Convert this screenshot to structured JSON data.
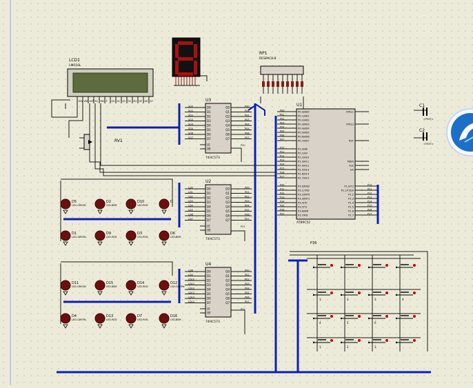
{
  "colors": {
    "sheet": "#ecebd9",
    "grid_dot": "#9a9a8a",
    "border": "#8fa0ff",
    "wire": "#1a1a1a",
    "bus": "#0a1fb5",
    "chip_body": "#d8d2c8",
    "chip_pin": "#8a1a1a",
    "led_body": "#6e0f0f",
    "led_edge": "#3a0000",
    "lcd_screen": "#5d6b3f",
    "seg_red": "#aa1010",
    "key_red": "#c00000",
    "badge_blue": "#1c6fc9"
  },
  "lcd": {
    "ref": "LCD1",
    "part": "LM016L",
    "pin_labels": [
      "VSS",
      "VDD",
      "VEE",
      "RS",
      "RW",
      "E",
      "D0",
      "D1",
      "D2",
      "D3",
      "D4",
      "D5",
      "D6",
      "D7"
    ]
  },
  "rv": {
    "ref": "RV1"
  },
  "rp": {
    "ref": "RP1",
    "part": "RESPACK-8"
  },
  "caps": [
    {
      "ref": "C1",
      "value": "<TEXT>"
    },
    {
      "ref": "C2",
      "value": "<TEXT>"
    }
  ],
  "latches": [
    {
      "ref": "U3",
      "part": "74HC573",
      "left_inputs": [
        "D0",
        "D1",
        "D2",
        "D3",
        "D4",
        "D5",
        "D6",
        "D7"
      ],
      "right_outputs": [
        "Q0",
        "Q1",
        "Q2",
        "Q3",
        "Q4",
        "Q5",
        "Q6",
        "Q7"
      ],
      "ctrl": [
        "LE",
        "OE"
      ],
      "left_nets": [
        "SQ0",
        "SQ1",
        "SQ2",
        "SQ3",
        "SQ4",
        "SQ5",
        "SQ6",
        "SQ7"
      ],
      "right_nets": [
        "P00",
        "P01",
        "P02",
        "P03",
        "P04",
        "P05",
        "P06",
        "P07"
      ],
      "ctrl_net": "P20"
    },
    {
      "ref": "U2",
      "part": "74HC573",
      "left_inputs": [
        "D0",
        "D1",
        "D2",
        "D3",
        "D4",
        "D5",
        "D6",
        "D7"
      ],
      "right_outputs": [
        "Q0",
        "Q1",
        "Q2",
        "Q3",
        "Q4",
        "Q5",
        "Q6",
        "Q7"
      ],
      "ctrl": [
        "LE",
        "OE"
      ],
      "left_nets": [
        "LD0",
        "LD1",
        "LD2",
        "LD3",
        "LD4",
        "LD5",
        "LD6",
        "LD7"
      ],
      "right_nets": [
        "P00",
        "P01",
        "P02",
        "P03",
        "P04",
        "P05",
        "P06",
        "P07"
      ],
      "ctrl_net": "P21"
    },
    {
      "ref": "U4",
      "part": "74HC573",
      "left_inputs": [
        "D0",
        "D1",
        "D2",
        "D3",
        "D4",
        "D5",
        "D6",
        "D7"
      ],
      "right_outputs": [
        "Q0",
        "Q1",
        "Q2",
        "Q3",
        "Q4",
        "Q5",
        "Q6",
        "Q7"
      ],
      "ctrl": [
        "LE",
        "OE"
      ],
      "left_nets": [
        "LD8",
        "LD9",
        "LD10",
        "LD11",
        "LD12",
        "LD13",
        "LD14",
        "LD15"
      ],
      "right_nets": [
        "P00",
        "P01",
        "P02",
        "P03",
        "P04",
        "P05",
        "P06",
        "P07"
      ],
      "ctrl_net": "P22"
    }
  ],
  "mcu": {
    "ref": "U1",
    "part": "AT89C52",
    "left_pins": [
      "P0.0/AD0",
      "P0.1/AD1",
      "P0.2/AD2",
      "P0.3/AD3",
      "P0.4/AD4",
      "P0.5/AD5",
      "P0.6/AD6",
      "P0.7/AD7",
      "",
      "P2.0/A8",
      "P2.1/A9",
      "P2.2/A10",
      "P2.3/A11",
      "P2.4/A12",
      "P2.5/A13",
      "P2.6/A14",
      "P2.7/A15",
      "",
      "P3.0/RXD",
      "P3.1/TXD",
      "P3.2/INT0",
      "P3.3/INT1",
      "P3.4/T0",
      "P3.5/T1",
      "P3.6/WR",
      "P3.7/RD"
    ],
    "right_pins": [
      "XTAL1",
      "",
      "",
      "XTAL2",
      "",
      "",
      "",
      "RST",
      "",
      "",
      "",
      "",
      "PSEN",
      "ALE",
      "EA",
      "",
      "",
      "",
      "P1.0/T2",
      "P1.1/T2EX",
      "P1.2",
      "P1.3",
      "P1.4",
      "P1.5",
      "P1.6",
      "P1.7"
    ],
    "left_nets": [
      "P00",
      "P01",
      "P02",
      "P03",
      "P04",
      "P05",
      "P06",
      "P07",
      "",
      "P20",
      "P21",
      "P22",
      "P23",
      "P24",
      "P25",
      "P26",
      "P27",
      "",
      "P30",
      "P31",
      "P32",
      "P33",
      "P34",
      "P35",
      "P36",
      "P37"
    ],
    "right_nets": [
      "P10",
      "P11",
      "P12",
      "P13",
      "P14",
      "P15",
      "P16",
      "P17"
    ]
  },
  "leds_top": [
    {
      "ref": "D5",
      "part": "LED-GREEN"
    },
    {
      "ref": "D2",
      "part": "LED-BIBY"
    },
    {
      "ref": "D10",
      "part": "LED-RED"
    },
    {
      "ref": "D",
      "part": ""
    },
    {
      "ref": "D1",
      "part": "LED-GREEN"
    },
    {
      "ref": "D9",
      "part": "LED-RED"
    },
    {
      "ref": "D3",
      "part": "LED-RED"
    },
    {
      "ref": "D6",
      "part": "LED-BIBY"
    }
  ],
  "leds_bottom": [
    {
      "ref": "D11",
      "part": "LED-GREEN"
    },
    {
      "ref": "D15",
      "part": "LED-BIBY"
    },
    {
      "ref": "D14",
      "part": "LED-RED"
    },
    {
      "ref": "D12",
      "part": "LED-GREEN"
    },
    {
      "ref": "D4",
      "part": "LED-GREEN"
    },
    {
      "ref": "D13",
      "part": "LED-RED"
    },
    {
      "ref": "D7",
      "part": "LED-RED"
    },
    {
      "ref": "D16",
      "part": "LED-BIBY"
    }
  ],
  "keypad": {
    "port_net": "P36",
    "key_labels": [
      "",
      "",
      "",
      "",
      "1",
      "2",
      "3",
      "4",
      "4",
      "5",
      "6",
      "",
      "1",
      "2",
      "3",
      ""
    ]
  }
}
